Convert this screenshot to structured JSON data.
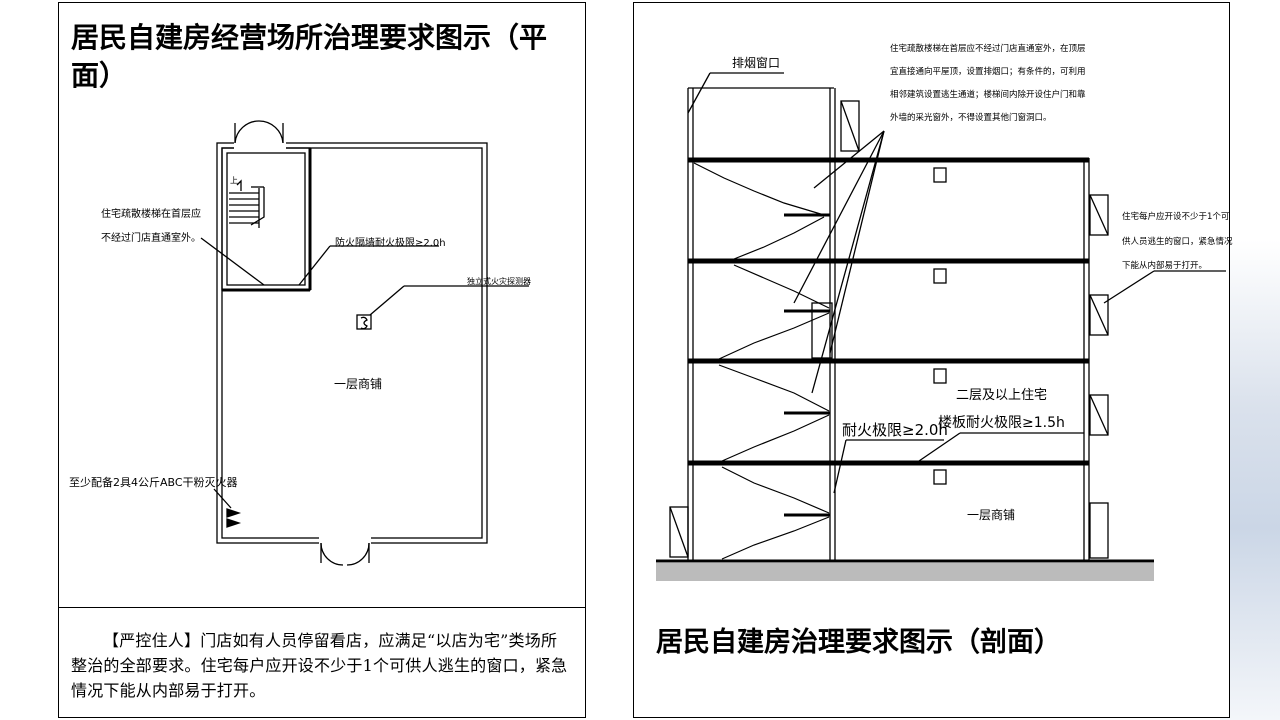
{
  "plan": {
    "title": "居民自建房经营场所治理要求图示（平面）",
    "labels": {
      "stair_note_1": "住宅疏散楼梯在首层应",
      "stair_note_2": "不经过门店直通室外。",
      "stair_up": "上",
      "fire_wall": "防火隔墙耐火极限≥2.0h",
      "smoke_detector": "独立式火灾探测器",
      "shop": "一层商铺",
      "extinguisher": "至少配备2具4公斤ABC干粉灭火器"
    },
    "note": "【严控住人】门店如有人员停留看店，应满足“以店为宅”类场所整治的全部要求。住宅每户应开设不少于1个可供人逃生的窗口，紧急情况下能从内部易于打开。"
  },
  "section": {
    "title": "居民自建房治理要求图示（剖面）",
    "labels": {
      "smoke_window": "排烟窗口",
      "stair_note_1": "住宅疏散楼梯在首层应不经过门店直通室外，在顶层",
      "stair_note_2": "宜直接通向平屋顶，设置排烟口；有条件的，可利用",
      "stair_note_3": "相邻建筑设置逃生通道；楼梯间内除开设住户门和靠",
      "stair_note_4": "外墙的采光窗外，不得设置其他门窗洞口。",
      "window_note_1": "住宅每户应开设不少于1个可",
      "window_note_2": "供人员逃生的窗口，紧急情况",
      "window_note_3": "下能从内部易于打开。",
      "upper_floors": "二层及以上住宅",
      "floor_rating": "楼板耐火极限≥1.5h",
      "wall_rating": "耐火极限≥2.0h",
      "shop": "一层商铺"
    }
  },
  "colors": {
    "line": "#000000",
    "background": "#ffffff",
    "decoration": "#c8d3e4"
  }
}
